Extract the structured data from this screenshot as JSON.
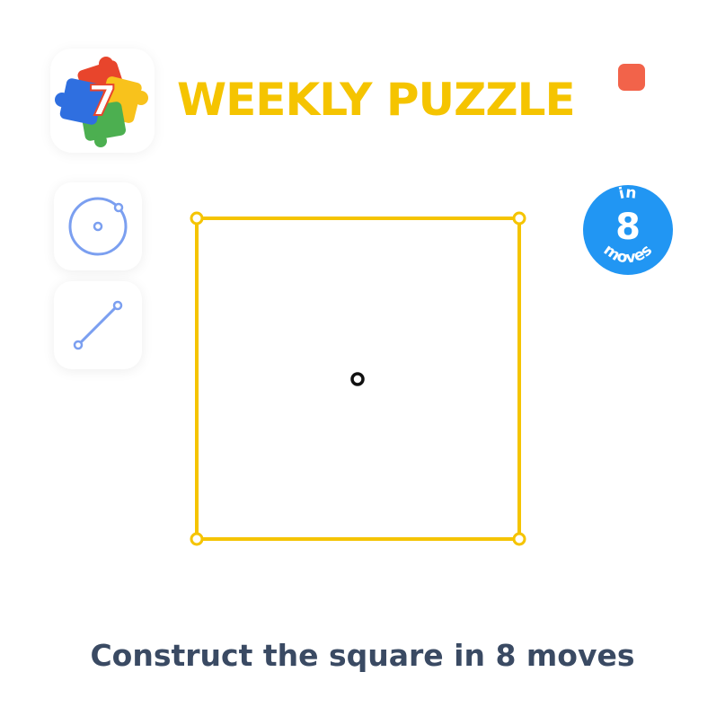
{
  "header": {
    "logo_digit": "7",
    "title": "WEEKLY PUZZLE"
  },
  "tools": [
    {
      "name": "Circle tool",
      "icon": "compass-circle-icon"
    },
    {
      "name": "Line tool",
      "icon": "line-segment-icon"
    }
  ],
  "badge": {
    "top_text": "in",
    "number": "8",
    "bottom_text": "moves"
  },
  "instruction": "Construct the square in 8 moves",
  "colors": {
    "title": "#f5c400",
    "square": "#f5c400",
    "badge": "#2196f3",
    "tool_icon": "#7b9ff0",
    "close": "#f2634a",
    "instruction": "#3a4a63",
    "baseline": "#111111",
    "logo_red": "#e8452c",
    "logo_blue": "#2f6fe0",
    "logo_green": "#4caf50",
    "logo_yellow": "#f8c21c"
  }
}
